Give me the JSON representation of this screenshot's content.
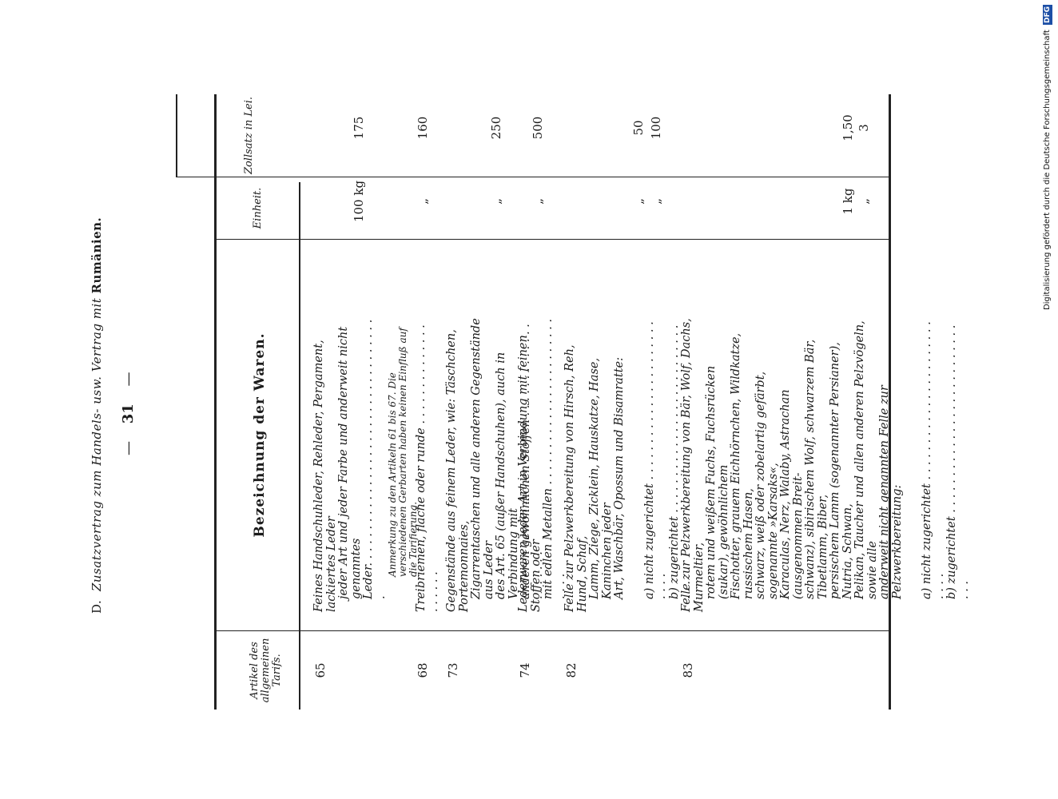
{
  "header": {
    "page_label": "— 31 —",
    "page_number": "31",
    "dash": "—",
    "section": "D.",
    "running_title_prefix": "Zusatzvertrag zum Handels- usw. Vertrag mit",
    "running_title_country": "Rumänien."
  },
  "columns": {
    "article": "Artikel des allgemeinen Tarifs.",
    "description": "Bezeichnung der Waren.",
    "unit": "Einheit.",
    "rate": "Zollsatz in Lei."
  },
  "rows": [
    {
      "article": "65",
      "lines": [
        "Feines Handschuhleder, Rehleder, Pergament, lackiertes Leder",
        "jeder Art und jeder Farbe und anderweit nicht genanntes",
        "Leder. . . . . . . . . . . . . . . . . . . . . . . . . . . . . . . . . . ."
      ],
      "note": "Anmerkung zu den Artikeln 61 bis 67. Die verschiedenen Gerbarten haben keinen Einfluß auf die Tarifierung.",
      "unit": "100 kg",
      "rate": "175"
    },
    {
      "article": "68",
      "lines": [
        "Treibriemen, flache oder runde . . . . . . . . . . . . . . . . . . . ."
      ],
      "unit": "„",
      "rate": "160"
    },
    {
      "article": "73",
      "lines": [
        "Gegenstände aus feinem Leder, wie: Täschchen, Portemonnaies,",
        "Zigarrentaschen und alle anderen Gegenstände aus Leder",
        "des Art. 65 (außer Handschuhen), auch in Verbindung mit",
        "anderen gewöhnlichen Stoffen . . . . . . . . . . . . . . . . . . . ."
      ],
      "unit": "„",
      "rate": "250"
    },
    {
      "article": "74",
      "lines": [
        "Lederwaren jeder Art in Verbindung mit feinen Stoffen oder",
        "mit edlen Metallen . . . . . . . . . . . . . . . . . . . . . . . . . . ."
      ],
      "unit": "„",
      "rate": "500"
    },
    {
      "article": "82",
      "lines": [
        "Felle zur Pelzwerkbereitung von Hirsch, Reh, Hund, Schaf,",
        "Lamm, Ziege, Zicklein, Hauskatze, Hase, Kaninchen jeder",
        "Art, Waschbär, Opossum und Bisamratte:"
      ],
      "subs": [
        {
          "label": "a) nicht zugerichtet . . . . . . . . . . . . . . . . . . . . . . . . . .",
          "unit": "„",
          "rate": "50"
        },
        {
          "label": "b) zugerichtet . . . . . . . . . . . . . . . . . . . . . . . . . . . . .",
          "unit": "„",
          "rate": "100"
        }
      ]
    },
    {
      "article": "83",
      "lines": [
        "Felle zur Pelzwerkbereitung von Bär, Wolf, Dachs, Murmeltier,",
        "rotem und weißem Fuchs, Fuchsrücken (sukar), gewöhnlichem",
        "Fischotter, grauem Eichhörnchen, Wildkatze, russischem Hasen,",
        "schwarz, weiß oder zobelartig gefärbt, sogenannte »Karsaks«,",
        "Karaculas, Nerz, Walaby, Astrachan (ausgenommen Breit-",
        "schwanz), sibirischem Wolf, schwarzem Bär, Tibetlamm, Biber,",
        "persischem Lamm (sogenannter Persianer), Nutria, Schwan,",
        "Pelikan, Taucher und allen anderen Pelzvögeln, sowie alle",
        "anderweit nicht genannten Felle zur Pelzwerkbereitung:"
      ],
      "subs": [
        {
          "label": "a) nicht zugerichtet . . . . . . . . . . . . . . . . . . . . . . . . . .",
          "unit": "1 kg",
          "rate": "1,50"
        },
        {
          "label": "b) zugerichtet . . . . . . . . . . . . . . . . . . . . . . . . . . . . .",
          "unit": "„",
          "rate": "3"
        }
      ]
    }
  ],
  "watermark": {
    "text": "Digitalisierung gefördert durch die Deutsche Forschungsgemeinschaft",
    "logo": "DFG"
  }
}
